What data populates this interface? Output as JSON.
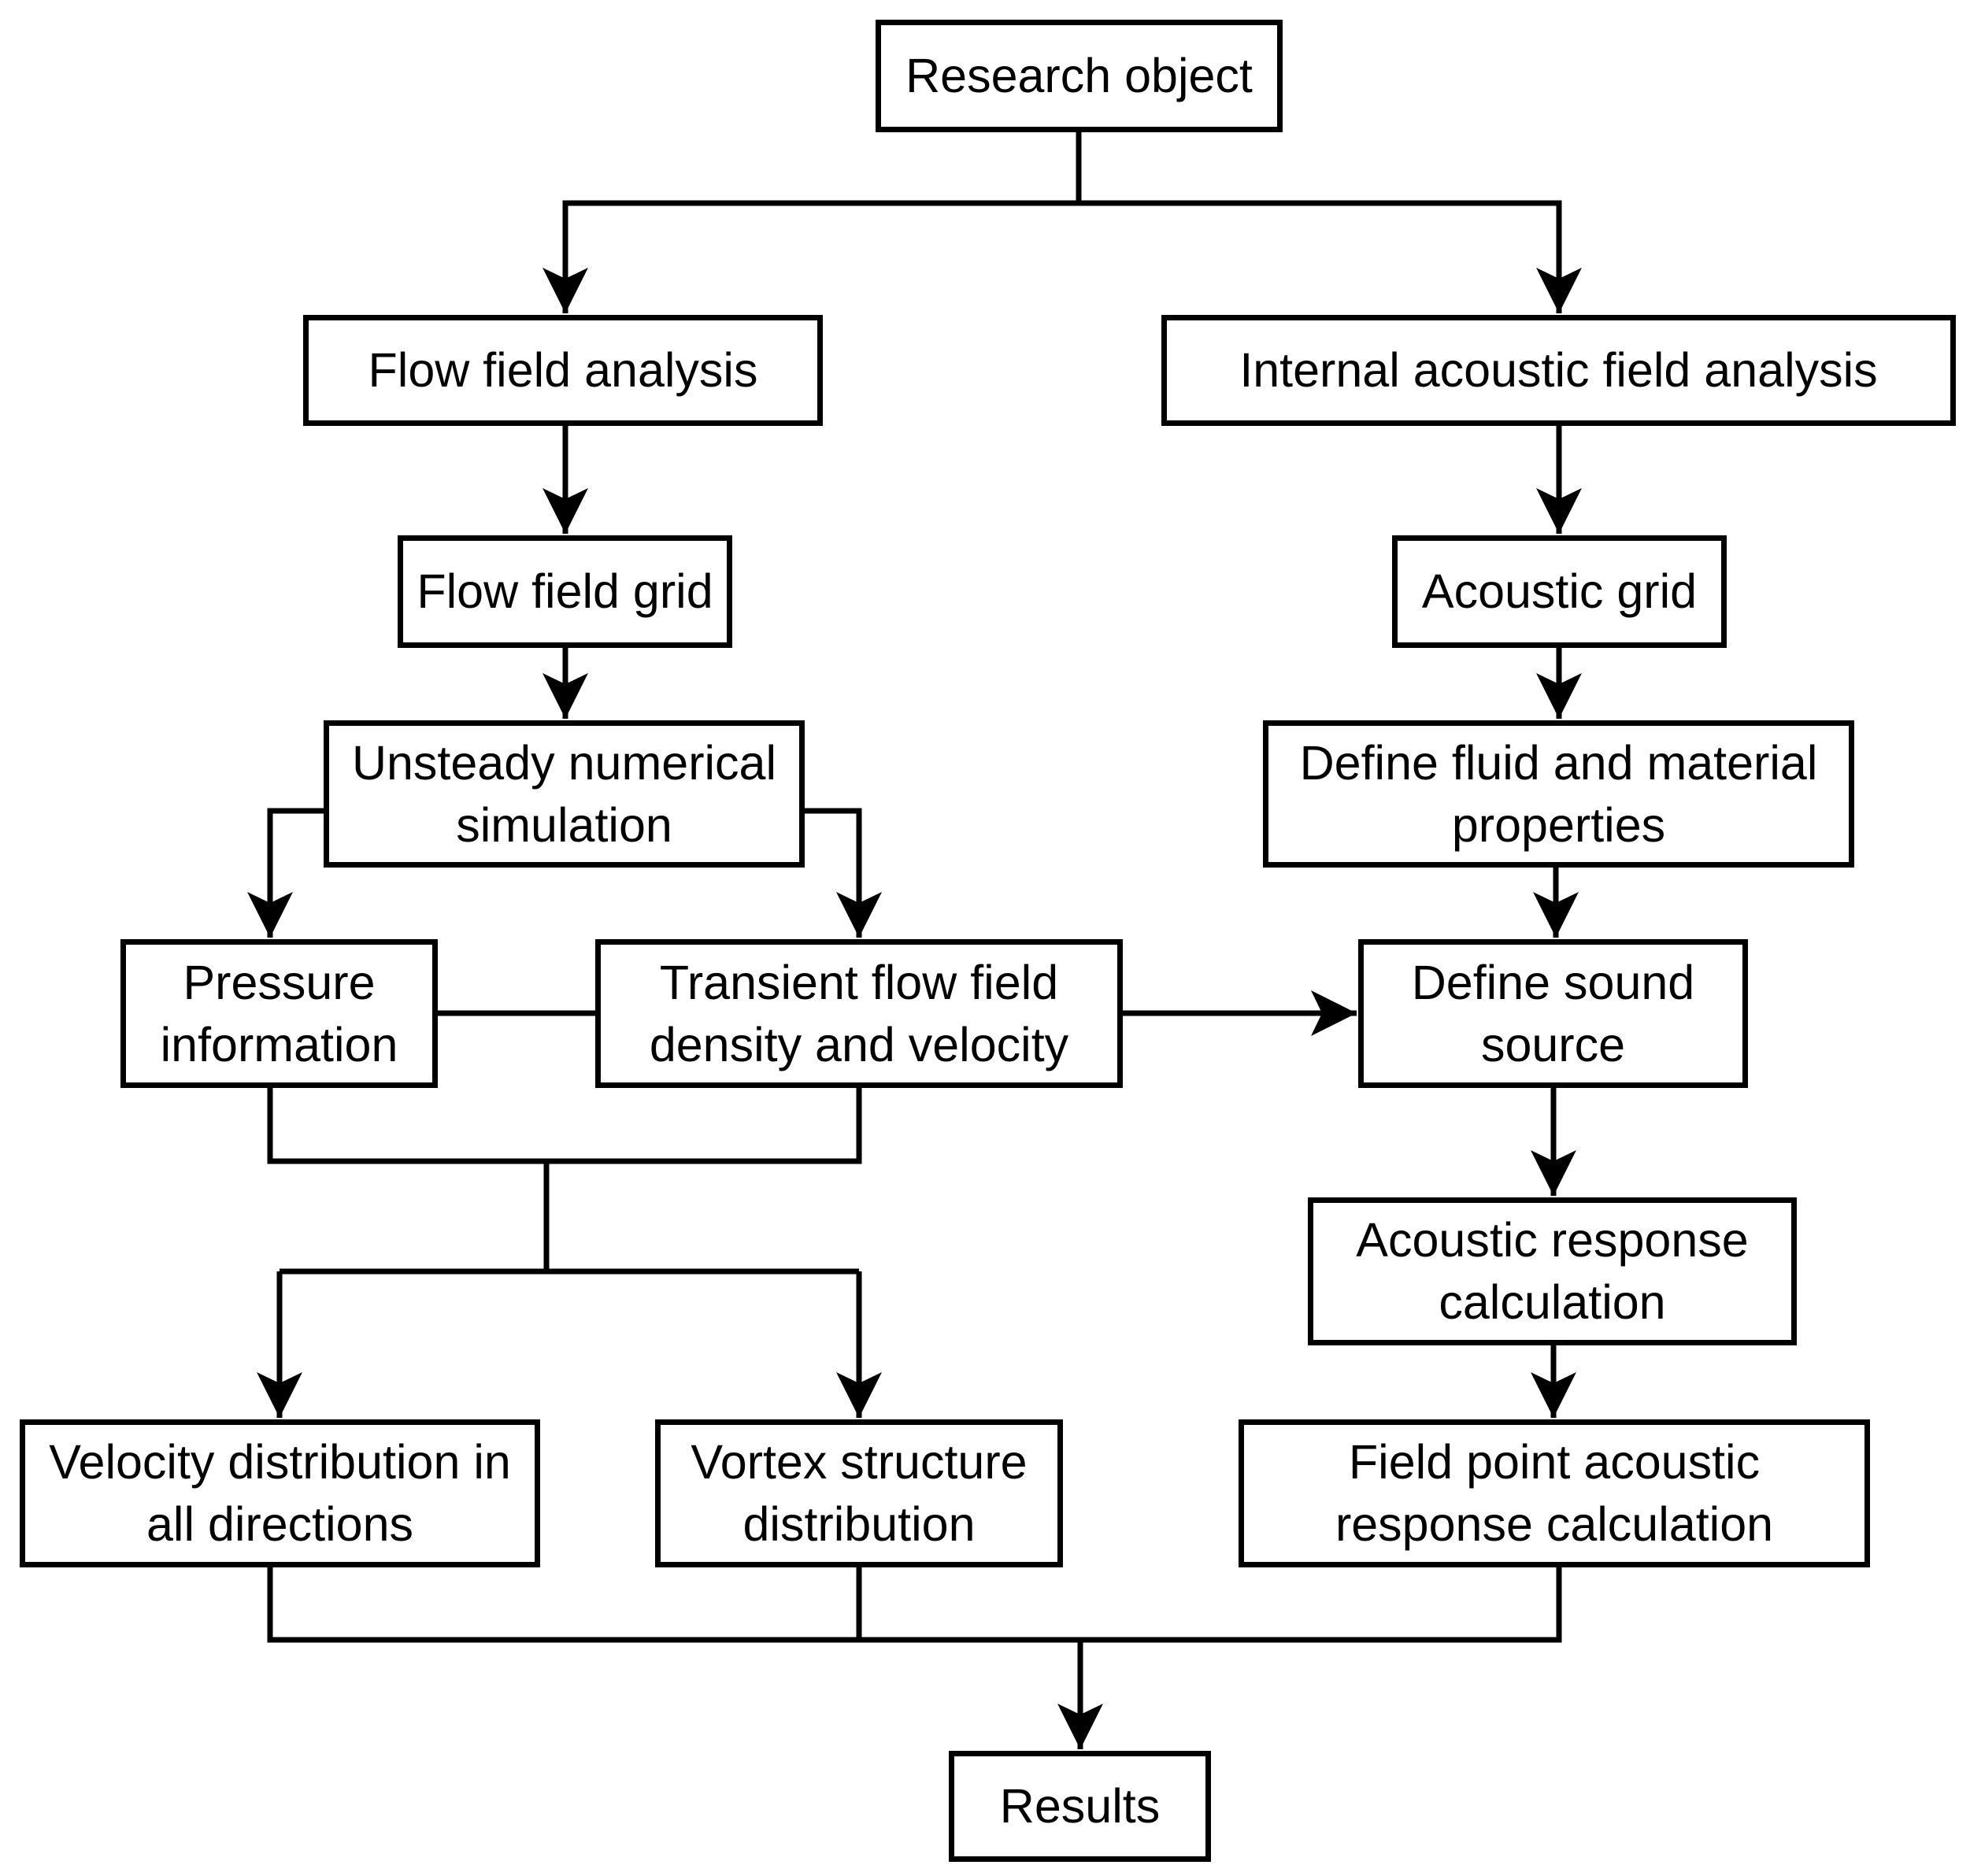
{
  "diagram": {
    "nodes": {
      "research_object": "Research object",
      "flow_field_analysis": "Flow field analysis",
      "internal_acoustic_field_analysis": "Internal acoustic field analysis",
      "flow_field_grid": "Flow field grid",
      "acoustic_grid": "Acoustic grid",
      "unsteady_numerical_simulation": "Unsteady numerical\nsimulation",
      "define_fluid_and_material_properties": "Define fluid and material\nproperties",
      "pressure_information": "Pressure\ninformation",
      "transient_flow_field_density_and_velocity": "Transient flow field\ndensity and velocity",
      "define_sound_source": "Define sound\nsource",
      "acoustic_response_calculation": "Acoustic response\ncalculation",
      "velocity_distribution_in_all_directions": "Velocity distribution in\nall directions",
      "vortex_structure_distribution": "Vortex structure\ndistribution",
      "field_point_acoustic_response_calculation": "Field point acoustic\nresponse calculation",
      "results": "Results"
    },
    "edges": [
      {
        "from": "research_object",
        "to": "flow_field_analysis"
      },
      {
        "from": "research_object",
        "to": "internal_acoustic_field_analysis"
      },
      {
        "from": "flow_field_analysis",
        "to": "flow_field_grid"
      },
      {
        "from": "flow_field_grid",
        "to": "unsteady_numerical_simulation"
      },
      {
        "from": "unsteady_numerical_simulation",
        "to": "pressure_information"
      },
      {
        "from": "unsteady_numerical_simulation",
        "to": "transient_flow_field_density_and_velocity"
      },
      {
        "from": "pressure_information",
        "to": "transient_flow_field_density_and_velocity",
        "arrow": false
      },
      {
        "from": "transient_flow_field_density_and_velocity",
        "to": "define_sound_source"
      },
      {
        "from": "pressure_information",
        "to": "velocity_distribution_in_all_directions"
      },
      {
        "from": "pressure_information",
        "to": "vortex_structure_distribution"
      },
      {
        "from": "transient_flow_field_density_and_velocity",
        "to": "velocity_distribution_in_all_directions"
      },
      {
        "from": "transient_flow_field_density_and_velocity",
        "to": "vortex_structure_distribution"
      },
      {
        "from": "internal_acoustic_field_analysis",
        "to": "acoustic_grid"
      },
      {
        "from": "acoustic_grid",
        "to": "define_fluid_and_material_properties"
      },
      {
        "from": "define_fluid_and_material_properties",
        "to": "define_sound_source"
      },
      {
        "from": "define_sound_source",
        "to": "acoustic_response_calculation"
      },
      {
        "from": "acoustic_response_calculation",
        "to": "field_point_acoustic_response_calculation"
      },
      {
        "from": "velocity_distribution_in_all_directions",
        "to": "results"
      },
      {
        "from": "vortex_structure_distribution",
        "to": "results"
      },
      {
        "from": "field_point_acoustic_response_calculation",
        "to": "results"
      }
    ]
  }
}
